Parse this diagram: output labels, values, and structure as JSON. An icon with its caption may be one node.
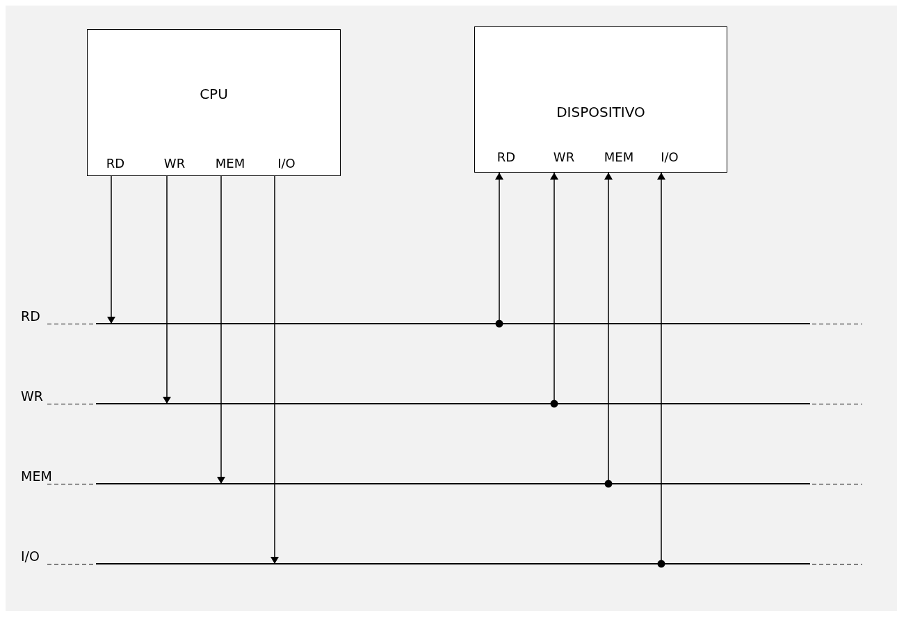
{
  "diagram": {
    "nodes": [
      {
        "text": [
          "CPU"
        ]
      },
      {
        "text": [
          "RD"
        ],
        "in": 0
      },
      {
        "text": [
          "WR"
        ],
        "in": 0
      },
      {
        "text": [
          "MEM"
        ],
        "in": 0
      },
      {
        "text": [
          "I/O"
        ],
        "in": 0
      },
      {
        "text": [
          "DISPOSITIVO"
        ]
      },
      {
        "text": [
          "RD"
        ],
        "in": 5
      },
      {
        "text": [
          "WR"
        ],
        "in": 5
      },
      {
        "text": [
          "MEM"
        ],
        "in": 5
      },
      {
        "text": [
          "I/O"
        ],
        "in": 5
      },
      {
        "text": [],
        "shape": "bar",
        "beside": [
          "RD"
        ]
      },
      {
        "text": [],
        "shape": "bar",
        "beside": [
          "WR"
        ]
      },
      {
        "text": [],
        "shape": "bar",
        "beside": [
          "MEM"
        ]
      },
      {
        "text": [],
        "shape": "bar",
        "beside": [
          "I/O"
        ]
      }
    ],
    "edges": [
      {
        "from": 1,
        "to": 10,
        "arrow": "to"
      },
      {
        "from": 2,
        "to": 11,
        "arrow": "to"
      },
      {
        "from": 3,
        "to": 12,
        "arrow": "to"
      },
      {
        "from": 4,
        "to": 13,
        "arrow": "to"
      },
      {
        "from": 10,
        "to": 6,
        "arrow": "to"
      },
      {
        "from": 11,
        "to": 7,
        "arrow": "to"
      },
      {
        "from": 12,
        "to": 8,
        "arrow": "to"
      },
      {
        "from": 13,
        "to": 9,
        "arrow": "to"
      }
    ]
  }
}
